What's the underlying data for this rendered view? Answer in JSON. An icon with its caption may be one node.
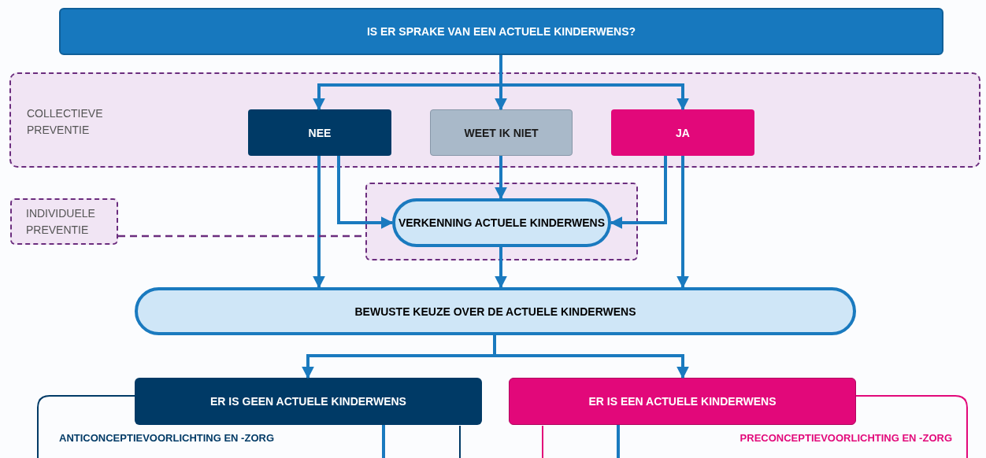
{
  "diagram": {
    "nodes": [
      {
        "text": [
          "IS ER SPRAKE VAN EEN ACTUELE KINDERWENS?"
        ]
      },
      {
        "text": [
          "COLLECTIEVE PREVENTIE"
        ]
      },
      {
        "text": [
          "NEE"
        ],
        "in": 1
      },
      {
        "text": [
          "WEET IK NIET"
        ],
        "in": 1
      },
      {
        "text": [
          "JA"
        ],
        "in": 1
      },
      {
        "text": [
          "INDIVIDUELE PREVENTIE"
        ]
      },
      {
        "text": [],
        "shape": "box"
      },
      {
        "text": [
          "VERKENNING ACTUELE KINDERWENS"
        ],
        "in": 6
      },
      {
        "text": [
          "BEWUSTE KEUZE OVER DE ACTUELE KINDERWENS"
        ]
      },
      {
        "text": [
          "ANTICONCEPTIEVOORLICHTING EN -ZORG"
        ]
      },
      {
        "text": [
          "ER IS GEEN ACTUELE KINDERWENS"
        ]
      },
      {
        "text": [
          "PRECONCEPTIEVOORLICHTING EN -ZORG"
        ]
      },
      {
        "text": [
          "ER IS EEN ACTUELE KINDERWENS"
        ]
      }
    ],
    "edges": [
      {
        "from": 0,
        "to": 2,
        "arrow": "to"
      },
      {
        "from": 0,
        "to": 3,
        "arrow": "to"
      },
      {
        "from": 0,
        "to": 4,
        "arrow": "to"
      },
      {
        "from": 2,
        "to": 7,
        "arrow": "to"
      },
      {
        "from": 2,
        "to": 8,
        "arrow": "to"
      },
      {
        "from": 3,
        "to": 7,
        "arrow": "to"
      },
      {
        "from": 4,
        "to": 7,
        "arrow": "to"
      },
      {
        "from": 4,
        "to": 8,
        "arrow": "to"
      },
      {
        "from": 7,
        "to": 8,
        "arrow": "to"
      },
      {
        "from": 5,
        "to": 6,
        "arrow": "none",
        "style": "dashed",
        "color": "#6b2d7e"
      },
      {
        "from": 8,
        "to": 10,
        "arrow": "to"
      },
      {
        "from": 8,
        "to": 12,
        "arrow": "to"
      },
      {
        "from": 10,
        "to": 9,
        "arrow": "none"
      },
      {
        "from": 12,
        "to": 11,
        "arrow": "none"
      }
    ]
  }
}
